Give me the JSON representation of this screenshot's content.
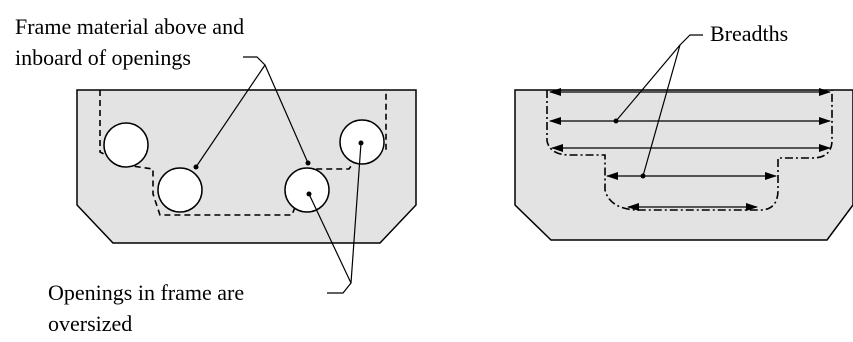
{
  "labels": {
    "frame_material_line1": "Frame material above and",
    "frame_material_line2": "inboard of openings",
    "openings_line1": "Openings in frame are",
    "openings_line2": "oversized",
    "breadths": "Breadths"
  },
  "colors": {
    "section_fill": "#e3e3e3",
    "stroke": "#000000",
    "opening_fill": "#ffffff"
  }
}
